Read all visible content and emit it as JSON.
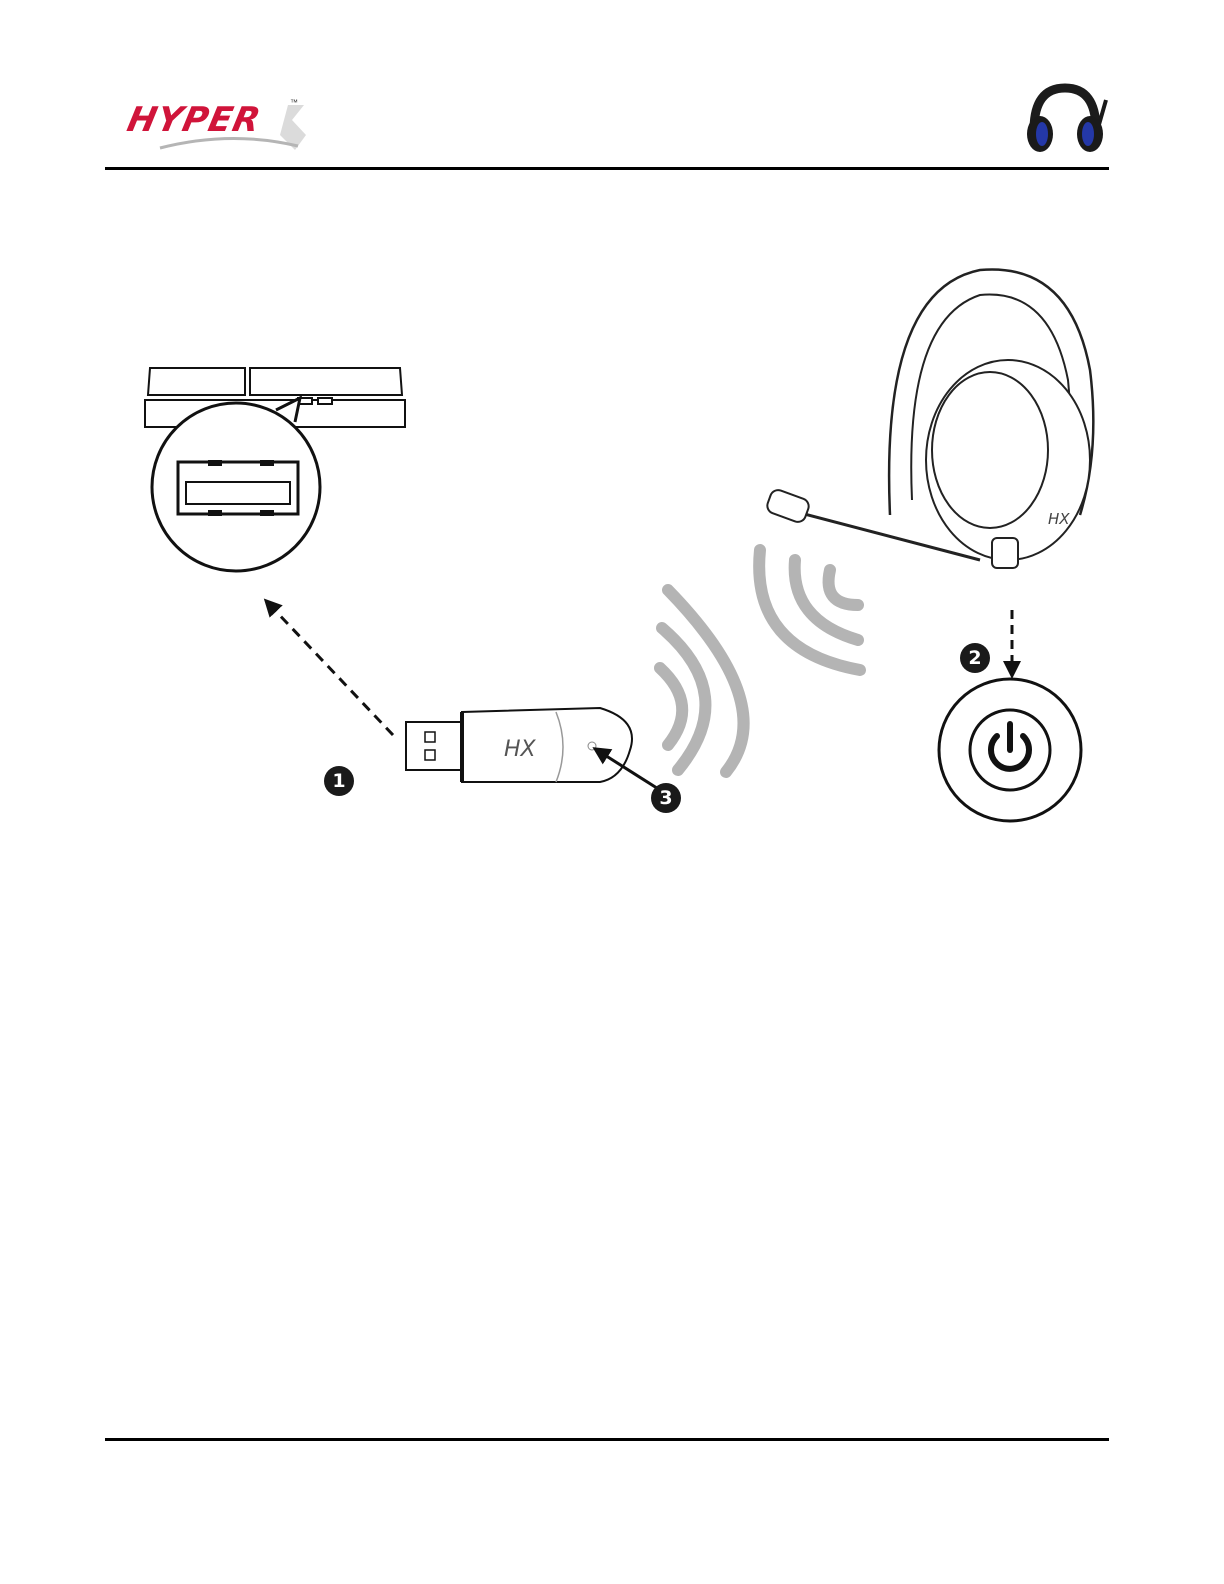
{
  "header": {
    "brand": "HYPER",
    "trademark": "™",
    "logo_color": "#d0143a"
  },
  "steps": {
    "step1": "1",
    "step2": "2",
    "step3": "3"
  },
  "icons": {
    "logo": "hyperx-logo",
    "headset_thumbnail": "headset-icon",
    "console": "game-console-icon",
    "usb_port": "usb-port-icon",
    "usb_adapter": "usb-wireless-adapter-icon",
    "wireless_signal": "wireless-signal-icon",
    "headset": "wireless-headset-icon",
    "power": "power-button-icon"
  }
}
